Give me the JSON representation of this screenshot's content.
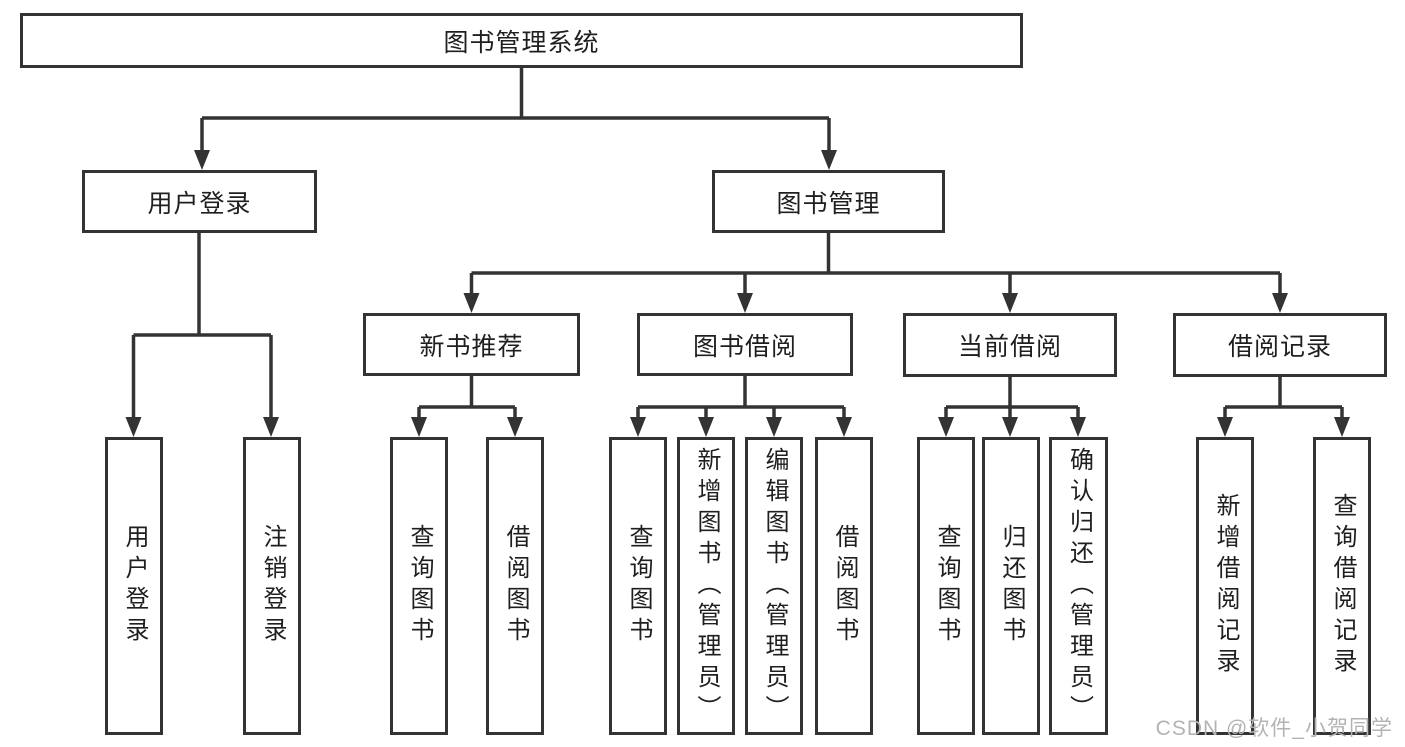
{
  "colors": {
    "line": "#333333",
    "box_fill": "#ffffff",
    "text": "#1f1f1f",
    "watermark": "#b3b3b3",
    "background": "#ffffff"
  },
  "watermark": {
    "text": "CSDN @软件_小贺同学"
  },
  "tree": {
    "label": "图书管理系统",
    "children": [
      {
        "label": "用户登录",
        "children": [
          {
            "label": "用户登录"
          },
          {
            "label": "注销登录"
          }
        ]
      },
      {
        "label": "图书管理",
        "children": [
          {
            "label": "新书推荐",
            "children": [
              {
                "label": "查询图书"
              },
              {
                "label": "借阅图书"
              }
            ]
          },
          {
            "label": "图书借阅",
            "children": [
              {
                "label": "查询图书"
              },
              {
                "label": "新增图书（管理员）"
              },
              {
                "label": "编辑图书（管理员）"
              },
              {
                "label": "借阅图书"
              }
            ]
          },
          {
            "label": "当前借阅",
            "children": [
              {
                "label": "查询图书"
              },
              {
                "label": "归还图书"
              },
              {
                "label": "确认归还（管理员）"
              }
            ]
          },
          {
            "label": "借阅记录",
            "children": [
              {
                "label": "新增借阅记录"
              },
              {
                "label": "查询借阅记录"
              }
            ]
          }
        ]
      }
    ]
  }
}
